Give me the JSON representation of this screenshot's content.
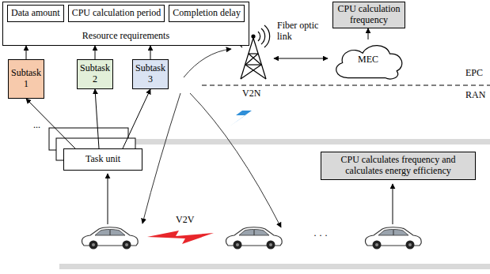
{
  "diagram": {
    "nodes": [
      {
        "text": [
          "Resource requirements"
        ]
      },
      {
        "text": [
          "Data amount"
        ],
        "in": 0
      },
      {
        "text": [
          "CPU calculation period"
        ],
        "in": 0
      },
      {
        "text": [
          "Completion delay"
        ],
        "in": 0
      },
      {
        "text": [
          "Subtask 1"
        ]
      },
      {
        "text": [
          "Subtask 2"
        ]
      },
      {
        "text": [
          "Subtask 3"
        ]
      },
      {
        "text": [
          "Task unit"
        ]
      },
      {
        "text": [
          "CPU calculation frequency"
        ]
      },
      {
        "text": [
          "MEC"
        ]
      },
      {
        "text": [
          "CPU calculates frequency and calculates energy efficiency"
        ]
      }
    ],
    "edges": [
      {
        "from": 4,
        "to": 0,
        "arrow": "to"
      },
      {
        "from": 5,
        "to": 0,
        "arrow": "to"
      },
      {
        "from": 6,
        "to": 0,
        "arrow": "to"
      },
      {
        "from": 7,
        "to": 4,
        "arrow": "to"
      },
      {
        "from": 7,
        "to": 5,
        "arrow": "to"
      },
      {
        "from": 7,
        "to": 6,
        "arrow": "to"
      },
      {
        "from": 9,
        "to": 8,
        "arrow": "to"
      }
    ],
    "labels": [
      "...",
      "Fiber optic link",
      "EPC",
      "RAN",
      "V2N",
      "V2V",
      "· · ·"
    ]
  }
}
